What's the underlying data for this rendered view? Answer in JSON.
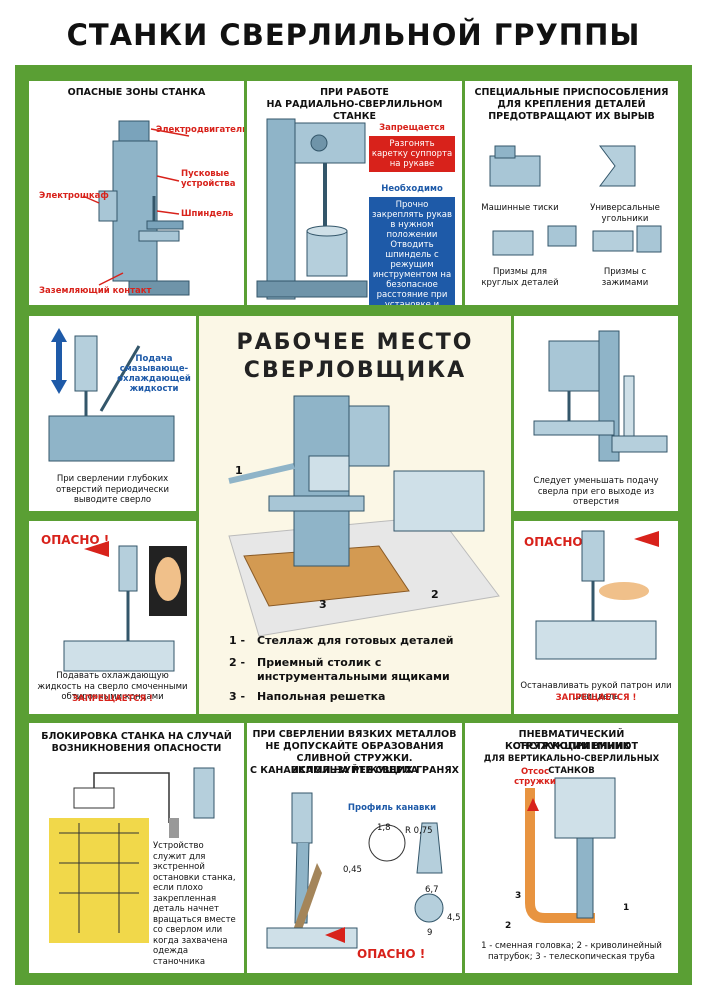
{
  "title": "СТАНКИ СВЕРЛИЛЬНОЙ ГРУППЫ",
  "panel_hazard": {
    "title": "ОПАСНЫЕ ЗОНЫ СТАНКА",
    "labels": [
      "Электродвигатель",
      "Пусковые устройства",
      "Электрошкаф",
      "Шпиндель",
      "Заземляющий контакт"
    ]
  },
  "panel_radial": {
    "title_1": "ПРИ РАБОТЕ",
    "title_2": "НА РАДИАЛЬНО-СВЕРЛИЛЬНОМ СТАНКЕ",
    "forbidden_tag": "Запрещается",
    "forbidden_text": "Разгонять каретку суппорта на рукаве",
    "required_tag": "Необходимо",
    "required_text_1": "Прочно закреплять рукав в нужном положении",
    "required_text_2": "Отводить шпиндель с режущим инструментом на безопасное расстояние при установке и снятии детали"
  },
  "panel_fixtures": {
    "title_1": "СПЕЦИАЛЬНЫЕ ПРИСПОСОБЛЕНИЯ",
    "title_2": "ДЛЯ КРЕПЛЕНИЯ ДЕТАЛЕЙ",
    "title_3": "ПРЕДОТВРАЩАЮТ ИХ ВЫРЫВ",
    "items": [
      "Машинные тиски",
      "Универсальные угольники",
      "Призмы для круглых деталей",
      "Призмы с зажимами"
    ]
  },
  "panel_coolant": {
    "label": "Подача смазывающе-охлаждающей жидкости",
    "caption": "При сверлении глубоких отверстий периодически выводите сверло"
  },
  "panel_center": {
    "title_1": "РАБОЧЕЕ МЕСТО",
    "title_2": "СВЕРЛОВЩИКА",
    "n1": "1",
    "n2": "2",
    "n3": "3",
    "legend": [
      {
        "num": "1 -",
        "text": "Стеллаж для готовых деталей"
      },
      {
        "num": "2 -",
        "text": "Приемный столик с инструментальными ящиками"
      },
      {
        "num": "3 -",
        "text": "Напольная решетка"
      }
    ]
  },
  "panel_feed": {
    "caption": "Следует уменьшать подачу сверла при его выходе из отверстия"
  },
  "panel_danger_left": {
    "danger": "ОПАСНО !",
    "caption": "Подавать охлаждающую жидкость на сверло смоченными обтирочными концами",
    "forbidden": "ЗАПРЕЩАЕТСЯ !"
  },
  "panel_danger_right": {
    "danger": "ОПАСНО !",
    "caption": "Останавливать рукой патрон или шпиндель",
    "forbidden": "ЗАПРЕЩАЕТСЯ !"
  },
  "panel_interlock": {
    "title_1": "БЛОКИРОВКА СТАНКА НА СЛУЧАЙ",
    "title_2": "ВОЗНИКНОВЕНИЯ ОПАСНОСТИ",
    "caption": "Устройство служит для экстренной остановки станка, если плохо закрепленная деталь начнет вращаться вместе со сверлом или когда захвачена одежда станочника"
  },
  "panel_chip": {
    "title_1": "ПРИ СВЕРЛЕНИИ ВЯЗКИХ МЕТАЛЛОВ",
    "title_2": "НЕ ДОПУСКАЙТЕ ОБРАЗОВАНИЯ СЛИВНОЙ СТРУЖКИ. ИСПОЛЬЗУЙТЕ СВЕРЛА",
    "title_3": "С КАНАВКАМИ НА РЕЖУЩИХ ГРАНЯХ",
    "profile_label": "Профиль канавки",
    "dims": [
      "R 0,75",
      "1,8",
      "0,45",
      "6,7",
      "4,5",
      "9"
    ],
    "danger": "ОПАСНО !"
  },
  "panel_pneumo": {
    "title_1": "ПНЕВМАТИЧЕСКИЙ СТРУЖКОПРИЕМНИК",
    "title_2": "КОНСТРУКЦИИ ВНИИОТ",
    "title_3": "ДЛЯ ВЕРТИКАЛЬНО-СВЕРЛИЛЬНЫХ СТАНКОВ",
    "suction_label": "Отсос стружки",
    "n1": "1",
    "n2": "2",
    "n3": "3",
    "caption": "1 - сменная головка; 2 - криволинейный патрубок; 3 - телескопическая труба"
  },
  "colors": {
    "board": "#5a9f34",
    "danger_red": "#d8221b",
    "note_blue": "#1e5aa8",
    "machine_blue": "#8fb4c8",
    "floor_wood": "#d39a52",
    "panel_yellow": "#f1d84a",
    "center_bg": "#fbf7e6"
  }
}
